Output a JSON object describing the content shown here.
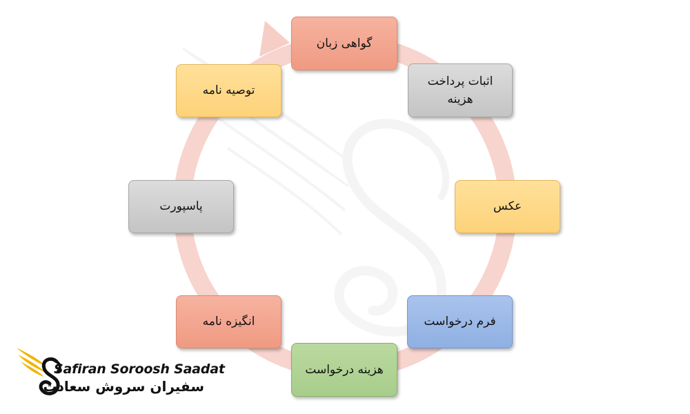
{
  "diagram": {
    "nodes": [
      {
        "label": "گواهی زبان",
        "color": "salmon"
      },
      {
        "label": "اثبات پرداخت هزینه",
        "color": "gray"
      },
      {
        "label": "عکس",
        "color": "yellow"
      },
      {
        "label": "فرم درخواست",
        "color": "blue"
      },
      {
        "label": "هزینه درخواست",
        "color": "green"
      },
      {
        "label": "انگیزه نامه",
        "color": "salmon"
      },
      {
        "label": "پاسپورت",
        "color": "gray"
      },
      {
        "label": "توصیه نامه",
        "color": "yellow"
      }
    ],
    "cycle_color": "#f4c6bc"
  },
  "logo": {
    "latin_text": "Safiran Soroosh Saadat",
    "persian_text": "سفیران سروش سعادت",
    "accent_color": "#f0b400"
  },
  "watermark": {
    "icon": "winged-s-watermark-icon"
  }
}
